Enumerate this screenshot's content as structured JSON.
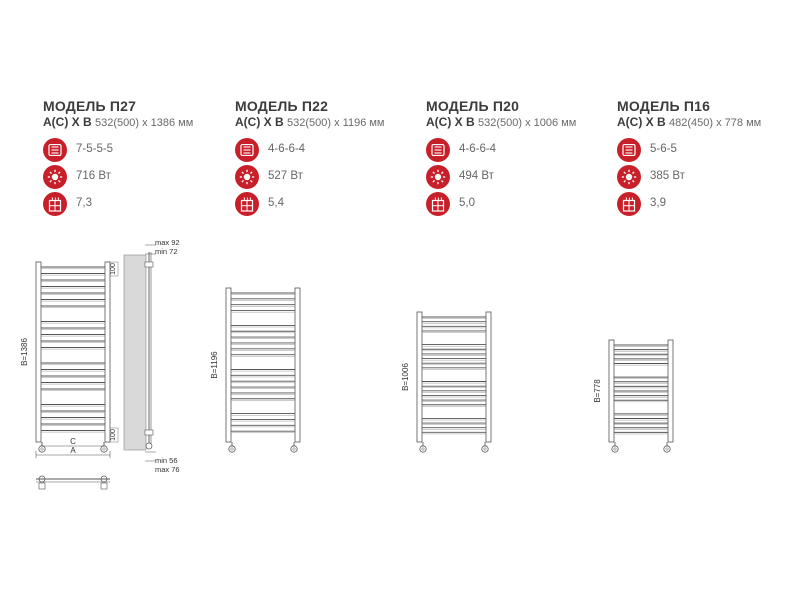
{
  "models": [
    {
      "title": "МОДЕЛЬ П27",
      "dims_label": "А(С) Х В",
      "dims_value": "532(500) х 1386 мм",
      "sections": "7-5-5-5",
      "power": "716 Вт",
      "volume": "7,3",
      "height_label": "B=1386"
    },
    {
      "title": "МОДЕЛЬ П22",
      "dims_label": "А(С) Х В",
      "dims_value": "532(500) х 1196 мм",
      "sections": "4-6-6-4",
      "power": "527 Вт",
      "volume": "5,4",
      "height_label": "B=1196"
    },
    {
      "title": "МОДЕЛЬ П20",
      "dims_label": "А(С) Х В",
      "dims_value": "532(500) х 1006 мм",
      "sections": "4-6-6-4",
      "power": "494 Вт",
      "volume": "5,0",
      "height_label": "B=1006"
    },
    {
      "title": "МОДЕЛЬ П16",
      "dims_label": "А(С) Х В",
      "dims_value": "482(450) х 778 мм",
      "sections": "5-6-5",
      "power": "385 Вт",
      "volume": "3,9",
      "height_label": "B=778"
    }
  ],
  "dimension_labels": {
    "top_offset": "100",
    "bottom_offset": "100",
    "c": "C",
    "a": "A",
    "max_top": "max 92",
    "min_top": "min 72",
    "min_bottom": "min 56",
    "max_bottom": "max 76"
  },
  "icons": {
    "sections": "sections-icon",
    "power": "heat-power-icon",
    "volume": "water-volume-icon"
  },
  "colors": {
    "accent": "#c8202a",
    "line": "#555555",
    "panel": "#d9d9d9"
  }
}
